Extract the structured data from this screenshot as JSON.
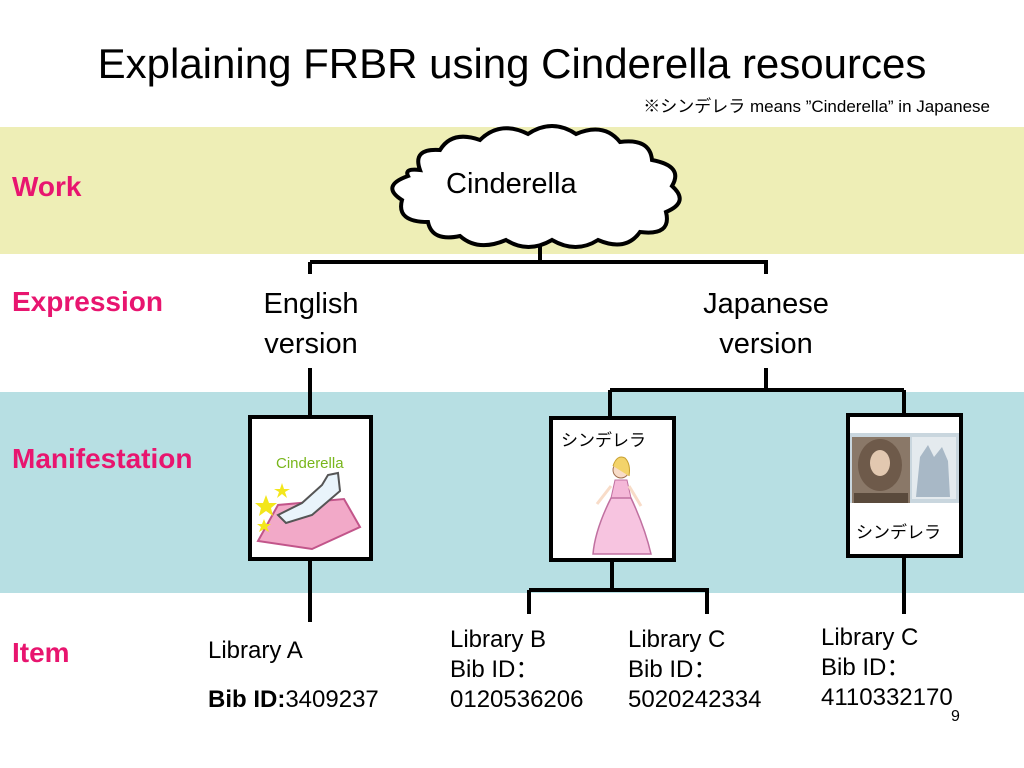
{
  "title": "Explaining FRBR using Cinderella resources",
  "note": "※シンデレラ means ”Cinderella” in Japanese",
  "levels": {
    "work": "Work",
    "expression": "Expression",
    "manifestation": "Manifestation",
    "item": "Item"
  },
  "work": {
    "label": "Cinderella"
  },
  "expressions": {
    "english": [
      "English",
      "version"
    ],
    "japanese": [
      "Japanese",
      "version"
    ]
  },
  "manifestations": {
    "book1": {
      "title": "Cinderella",
      "icon": "glass-slipper-illustration"
    },
    "book2": {
      "title": "シンデレラ",
      "icon": "princess-illustration"
    },
    "book3": {
      "title": "シンデレラ",
      "icon": "perrault-portrait-illustration"
    }
  },
  "items": {
    "a": {
      "line1": "Library A",
      "bib_label": "Bib ID:",
      "bib_value": "3409237"
    },
    "b": {
      "line1": "Library B",
      "line2": "Bib ID：",
      "line3": "0120536206"
    },
    "c1": {
      "line1": "Library C",
      "line2": "Bib ID：",
      "line3": "5020242334"
    },
    "c2": {
      "line1": "Library C",
      "line2": "Bib ID：",
      "line3": "4110332170"
    }
  },
  "page_number": "9",
  "colors": {
    "level_label": "#e8156f",
    "work_band": "#eeeeb6",
    "manifestation_band": "#b7dfe3",
    "book1_title": "#79b61c"
  }
}
